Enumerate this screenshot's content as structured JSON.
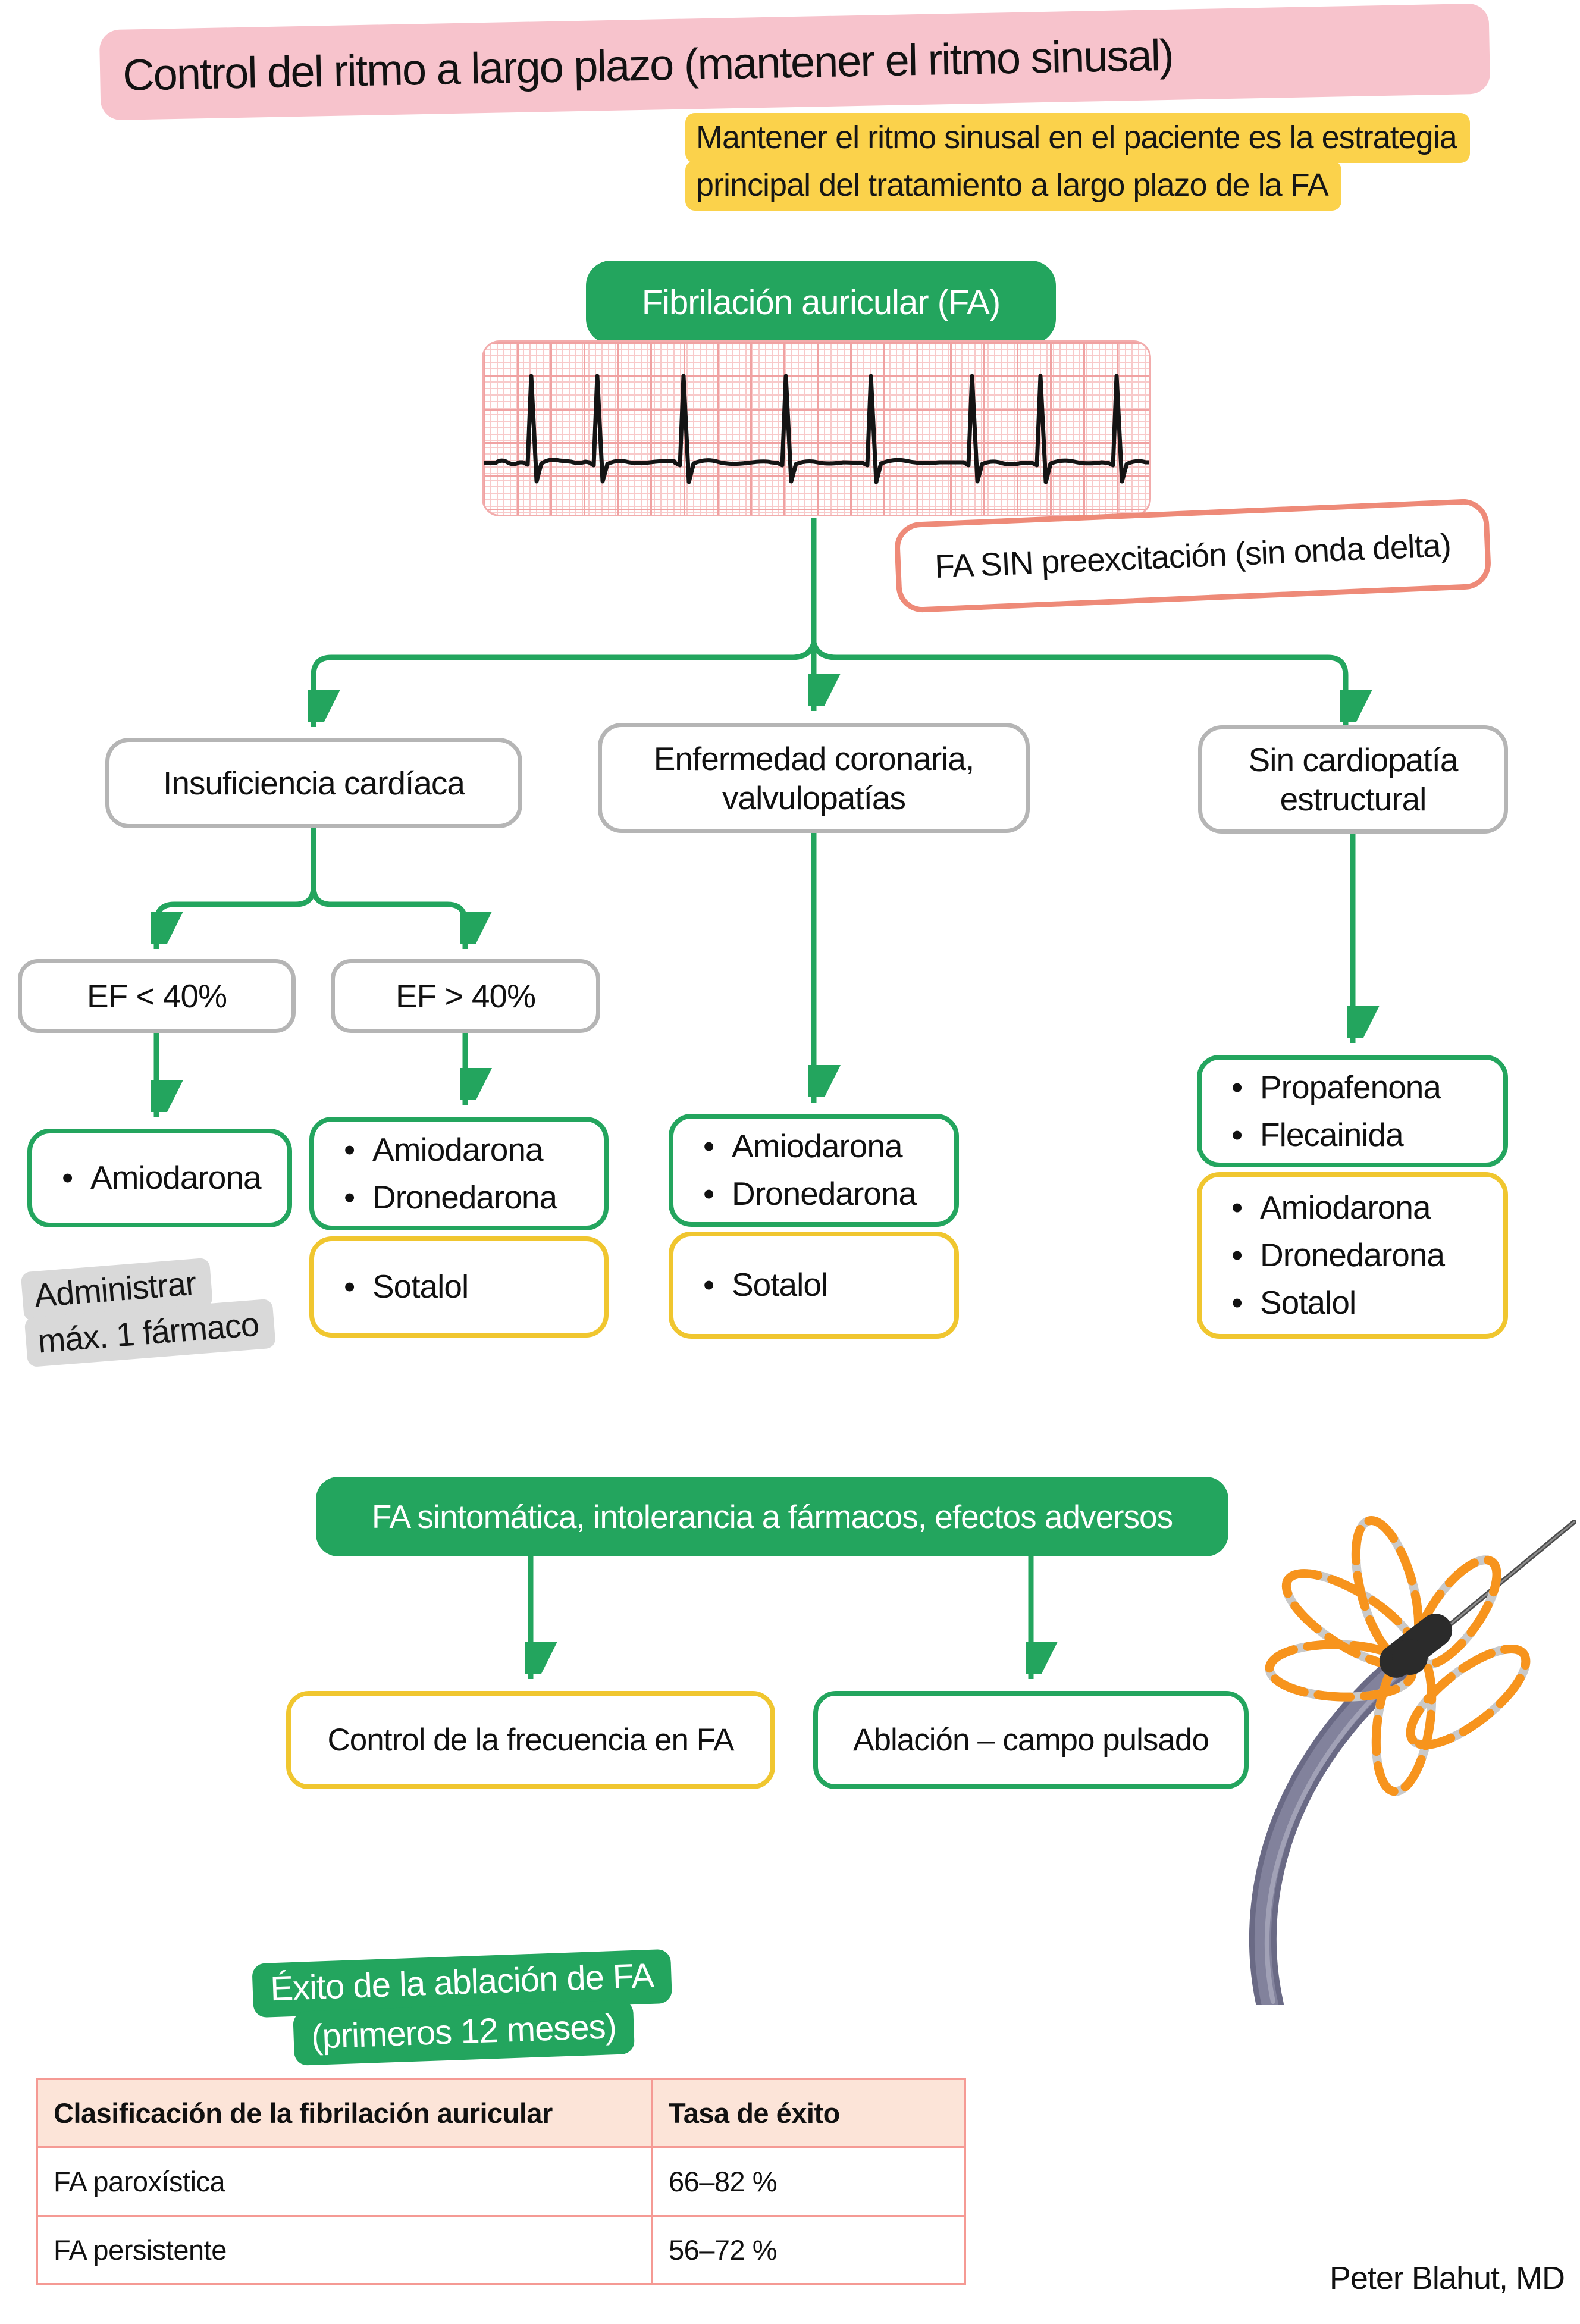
{
  "title": "Control del ritmo a largo plazo (mantener el ritmo sinusal)",
  "intro_note": {
    "line1": "Mantener el ritmo sinusal en el paciente es la estrategia",
    "line2": "principal del tratamiento a largo plazo de la FA"
  },
  "root_node": "Fibrilación auricular (FA)",
  "ecg_callout": "FA SIN preexcitación (sin onda delta)",
  "branches": {
    "heart_failure": "Insuficiencia cardíaca",
    "coronary_line1": "Enfermedad coronaria,",
    "coronary_line2": "valvulopatías",
    "no_structural_line1": "Sin cardiopatía",
    "no_structural_line2": "estructural"
  },
  "ef_nodes": {
    "low": "EF < 40%",
    "high": "EF > 40%"
  },
  "drugs": {
    "hf_low_ef_green": [
      "Amiodarona"
    ],
    "hf_high_ef_green": [
      "Amiodarona",
      "Dronedarona"
    ],
    "hf_high_ef_yellow": [
      "Sotalol"
    ],
    "coronary_green": [
      "Amiodarona",
      "Dronedarona"
    ],
    "coronary_yellow": [
      "Sotalol"
    ],
    "no_structural_green": [
      "Propafenona",
      "Flecainida"
    ],
    "no_structural_yellow": [
      "Amiodarona",
      "Dronedarona",
      "Sotalol"
    ]
  },
  "max_drug_note": {
    "line1": "Administrar",
    "line2": "máx. 1 fármaco"
  },
  "banner": "FA sintomática, intolerancia a fármacos, efectos adversos",
  "outcomes": {
    "rate_control": "Control de la frecuencia en FA",
    "ablation": "Ablación – campo pulsado"
  },
  "ablation_success": {
    "title_line1": "Éxito de la ablación de FA",
    "title_line2": "(primeros 12 meses)",
    "headers": [
      "Clasificación de la fibrilación auricular",
      "Tasa de éxito"
    ],
    "rows": [
      [
        "FA paroxística",
        "66–82 %"
      ],
      [
        "FA persistente",
        "56–72 %"
      ]
    ]
  },
  "signature": "Peter Blahut, MD",
  "colors": {
    "accent_green": "#23a55e",
    "accent_yellow": "#f0c62f",
    "title_pink": "#f7c3cc",
    "note_yellow": "#fbd24b",
    "callout_salmon": "#ee8a78",
    "box_gray_border": "#b5b5b5",
    "table_border": "#f59a94",
    "table_header_bg": "#fce4d8",
    "note_gray": "#d9d9d9",
    "catheter_orange": "#f7941d"
  }
}
